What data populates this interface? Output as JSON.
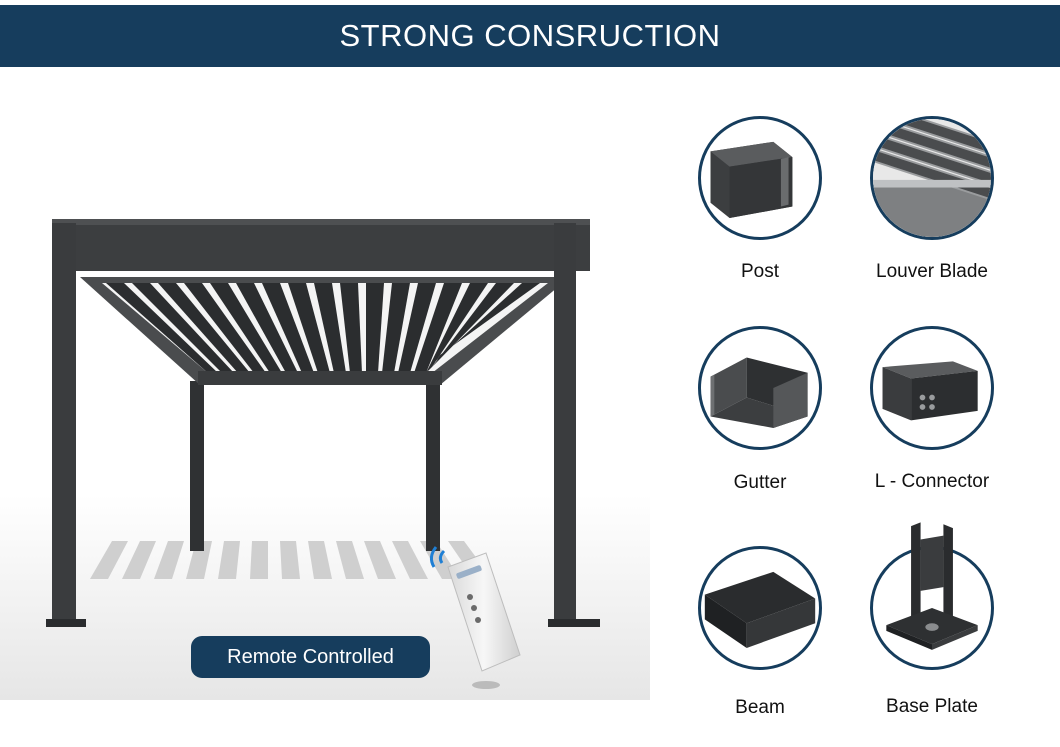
{
  "header": {
    "title": "STRONG CONSRUCTION"
  },
  "badge": {
    "label": "Remote Controlled"
  },
  "parts": [
    {
      "label": "Post",
      "icon": "post-icon"
    },
    {
      "label": "Louver Blade",
      "icon": "louver-blade-icon"
    },
    {
      "label": "Gutter",
      "icon": "gutter-icon"
    },
    {
      "label": "L - Connector",
      "icon": "l-connector-icon"
    },
    {
      "label": "Beam",
      "icon": "beam-icon"
    },
    {
      "label": "Base Plate",
      "icon": "base-plate-icon"
    }
  ],
  "colors": {
    "brand": "#163d5d",
    "frame": "#3a3c3e",
    "background": "#ffffff"
  }
}
